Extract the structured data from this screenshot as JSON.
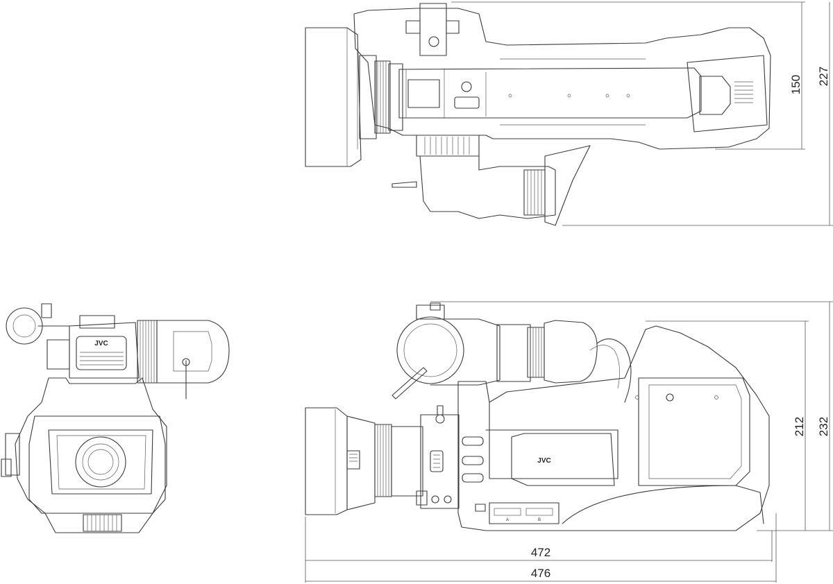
{
  "brand_label": "JVC",
  "slot_labels": {
    "a": "A",
    "b": "B"
  },
  "dimensions": {
    "top_view_height_inner": "150",
    "top_view_height_outer": "227",
    "side_view_height_inner": "212",
    "side_view_height_outer": "232",
    "side_view_length_inner": "472",
    "side_view_length_outer": "476"
  },
  "colors": {
    "line": "#3a3a3a",
    "background": "#ffffff"
  }
}
